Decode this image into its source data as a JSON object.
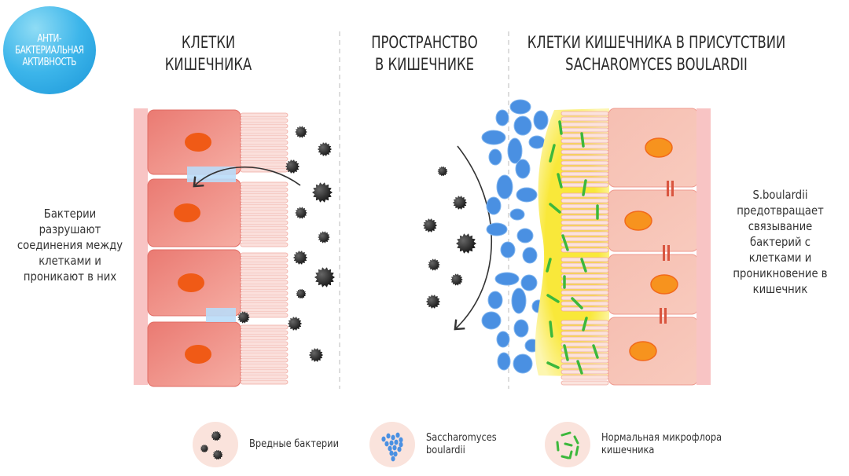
{
  "badge": {
    "label": "АНТИ-\nБАКТЕРИАЛЬНАЯ\nАКТИВНОСТЬ",
    "color": "#2fade6"
  },
  "headers": {
    "left": "КЛЕТКИ\nКИШЕЧНИКА",
    "middle": "ПРОСТРАНСТВО\nВ КИШЕЧНИКЕ",
    "right": "КЛЕТКИ КИШЕЧНИКА В ПРИСУТСТВИИ\nSACHAROMYCES BOULARDII"
  },
  "descriptions": {
    "left": "Бактерии\nразрушают\nсоединения между\nклетками и\nпроникают в них",
    "right": "S.boulardii\nпредотвращает\nсвязывание\nбактерий с\nклетками и\nпроникновение в\nкишечник"
  },
  "legend": [
    {
      "icon": "harmful-bacteria-icon",
      "label": "Вредные бактерии"
    },
    {
      "icon": "saccharomyces-icon",
      "label": "Saccharomyces\nboulardii"
    },
    {
      "icon": "microflora-icon",
      "label": "Нормальная микрофлора\nкишечника"
    }
  ],
  "colors": {
    "cell": "#ee8f86",
    "cell_light": "#f6c3b8",
    "nucleus": "#f05a16",
    "nucleus_right": "#f7931e",
    "bacteria": "#222222",
    "yeast": "#4a90e2",
    "microflora": "#3cb83c",
    "mucus": "#fbe94a",
    "membrane": "#f8c4c4"
  }
}
